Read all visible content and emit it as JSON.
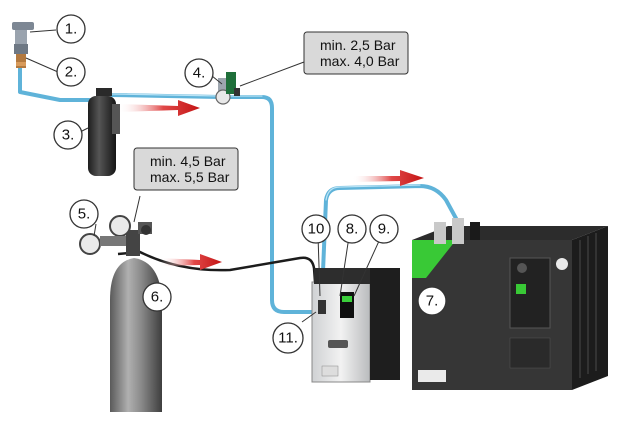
{
  "labels": {
    "n1": "1.",
    "n2": "2.",
    "n3": "3.",
    "n4": "4.",
    "n5": "5.",
    "n6": "6.",
    "n7": "7.",
    "n8": "8.",
    "n9": "9.",
    "n10": "10",
    "n11": "11."
  },
  "callouts": {
    "water": {
      "line1": "min. 2,5 Bar",
      "line2": "max. 4,0 Bar"
    },
    "gas": {
      "line1": "min. 4,5 Bar",
      "line2": "max. 5,5 Bar"
    }
  },
  "colors": {
    "water_line": "#5fb3d9",
    "arrow": "#d62020",
    "callout_fill": "#d9d9d9",
    "cooler_body": "#3a3a3a",
    "green_panel": "#39c936"
  }
}
